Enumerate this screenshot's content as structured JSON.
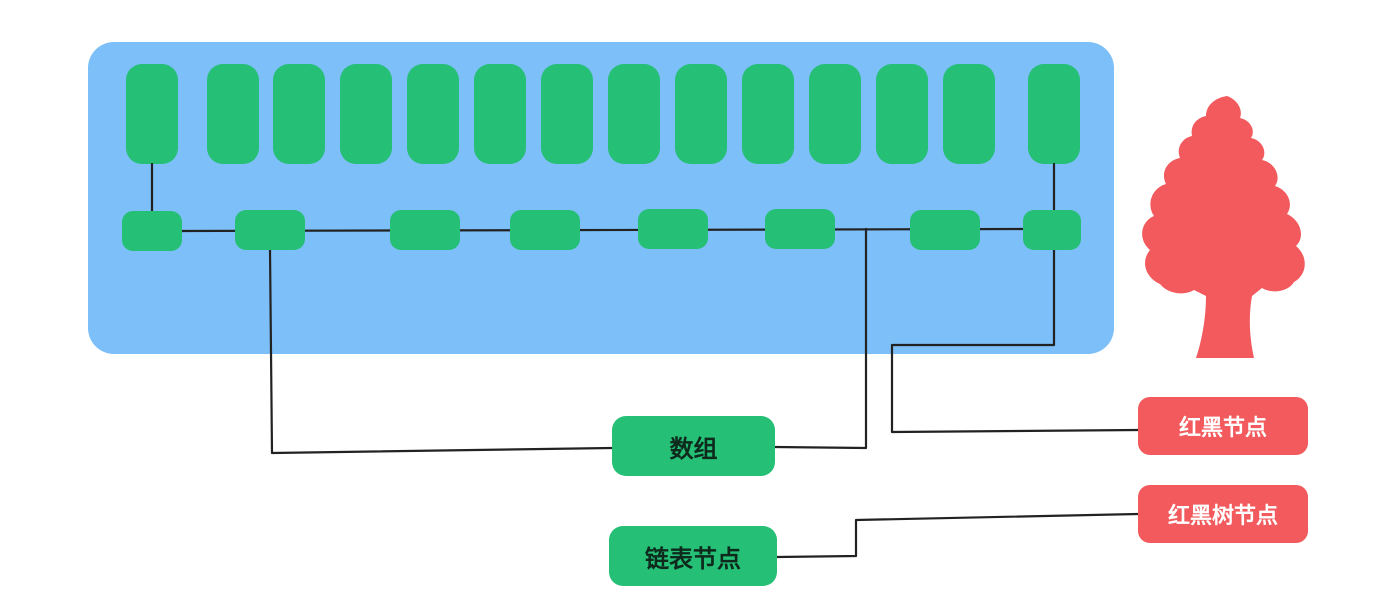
{
  "diagram": {
    "array_label": "数组",
    "list_node_label": "链表节点",
    "rb_node_label": "红黑节点",
    "rb_tree_node_label": "红黑树节点"
  },
  "colors": {
    "container": "#7dbff8",
    "bucket": "#26bf76",
    "red": "#f25a5d",
    "line": "#222222"
  },
  "icons": {
    "tree": "tree-icon"
  }
}
